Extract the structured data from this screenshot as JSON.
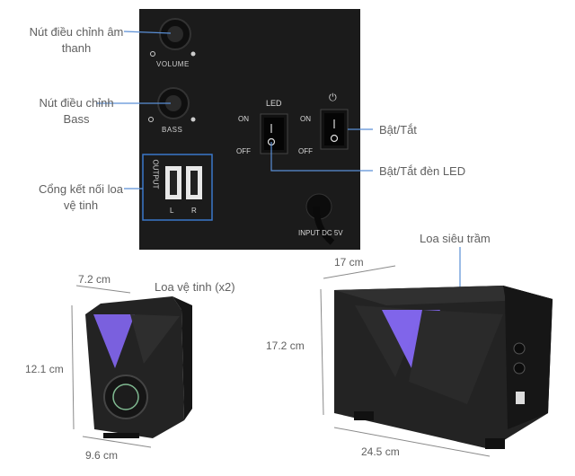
{
  "callouts": {
    "volume_knob": "Nút điều chỉnh âm thanh",
    "bass_knob": "Nút điều chỉnh Bass",
    "output_port": "Cổng kết nối loa vệ tinh",
    "power_switch": "Bật/Tắt",
    "led_switch": "Bật/Tắt đèn LED",
    "subwoofer": "Loa siêu trầm",
    "satellite": "Loa vệ tinh (x2)"
  },
  "panel": {
    "volume_label": "VOLUME",
    "bass_label": "BASS",
    "led_label": "LED",
    "power_symbol": "⏻",
    "on_label": "ON",
    "off_label": "OFF",
    "output_label": "OUTPUT",
    "left_label": "L",
    "right_label": "R",
    "input_label": "INPUT DC 5V"
  },
  "dimensions": {
    "satellite_depth": "7.2 cm",
    "satellite_height": "12.1 cm",
    "satellite_width": "9.6 cm",
    "sub_depth": "17 cm",
    "sub_height": "17.2 cm",
    "sub_width": "24.5 cm"
  },
  "colors": {
    "panel_bg": "#1b1b1b",
    "speaker_body": "#222222",
    "accent_purple": "#7b5cff",
    "leader_line": "#5a8fd6"
  }
}
